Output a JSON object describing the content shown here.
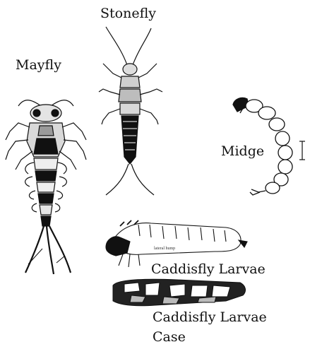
{
  "labels": {
    "stonefly": "Stonefly",
    "mayfly": "Mayfly",
    "midge": "Midge",
    "caddisfly_larvae": "Caddisfly Larvae",
    "caddisfly_case_line1": "Caddisfly Larvae",
    "caddisfly_case_line2": "Case",
    "lateral_hump": "lateral hump"
  },
  "colors": {
    "ink": "#111111",
    "paper": "#ffffff"
  },
  "icons": {
    "mayfly": "mayfly-nymph-drawing",
    "stonefly": "stonefly-nymph-drawing",
    "midge": "midge-larva-drawing",
    "caddisfly": "caddisfly-larva-drawing",
    "case": "caddisfly-case-drawing",
    "scale": "scale-bar"
  }
}
